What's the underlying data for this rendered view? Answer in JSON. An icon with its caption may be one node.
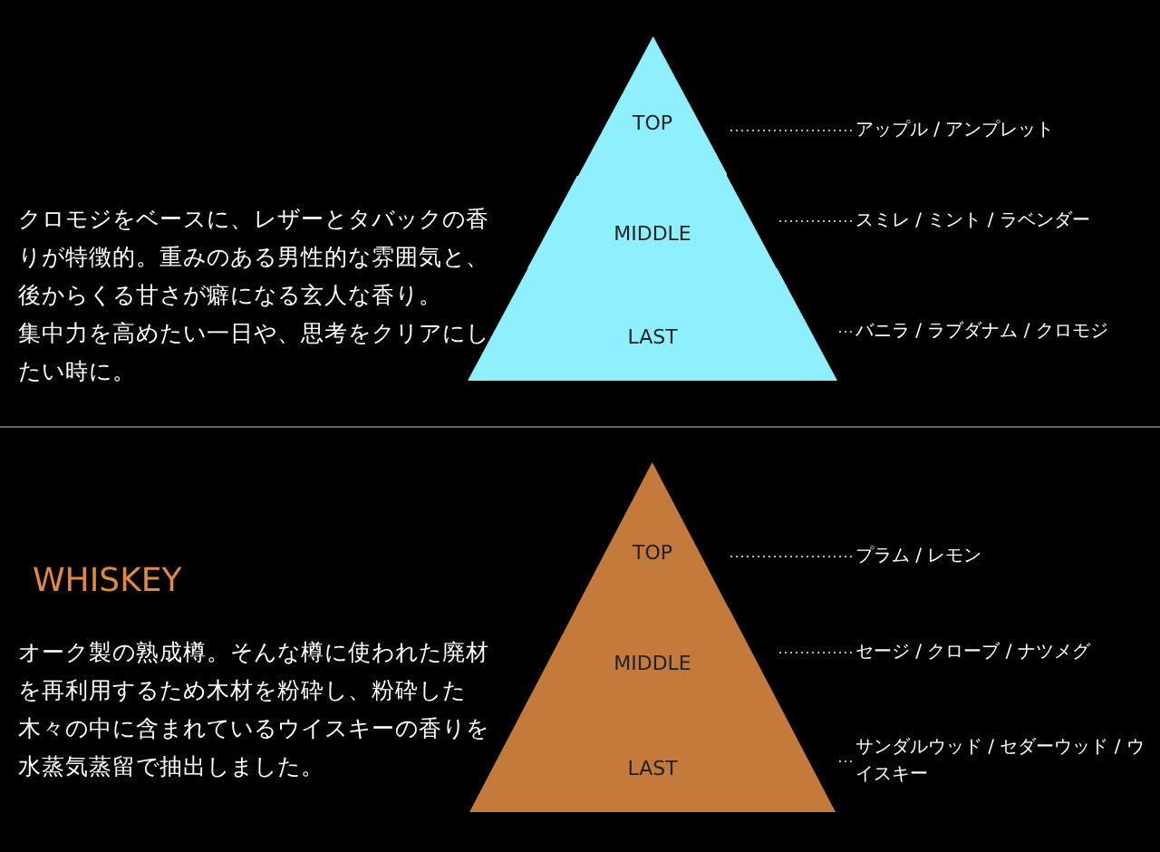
{
  "diagram": {
    "nodes": [
      {
        "text": [
          "TOP"
        ]
      },
      {
        "text": [
          "MIDDLE"
        ]
      },
      {
        "text": [
          "LAST"
        ]
      },
      {
        "text": [
          "アップル / アンプレット"
        ]
      },
      {
        "text": [
          "スミレ / ミント / ラベンダー"
        ]
      },
      {
        "text": [
          "バニラ / ラブダナム / クロモジ"
        ]
      },
      {
        "text": [
          "TOP"
        ]
      },
      {
        "text": [
          "MIDDLE"
        ]
      },
      {
        "text": [
          "LAST"
        ]
      },
      {
        "text": [
          "プラム / レモン"
        ]
      },
      {
        "text": [
          "セージ / クローブ / ナツメグ"
        ]
      },
      {
        "text": [
          "サンダルウッド / セダーウッド / ウイスキー"
        ]
      }
    ],
    "edges": [
      {
        "from": 3,
        "to": 0,
        "arrow": "none",
        "style": "dashed"
      },
      {
        "from": 4,
        "to": 1,
        "arrow": "none",
        "style": "dashed"
      },
      {
        "from": 5,
        "to": 2,
        "arrow": "none",
        "style": "dashed"
      },
      {
        "from": 9,
        "to": 6,
        "arrow": "none",
        "style": "dashed"
      },
      {
        "from": 10,
        "to": 7,
        "arrow": "none",
        "style": "dashed"
      },
      {
        "from": 11,
        "to": 8,
        "arrow": "none",
        "style": "dashed"
      }
    ],
    "labels": [
      "クロモジをベースに、レザーとタバックの香りが特徴的。重みのある男性的な雰囲気と、後からくる甘さが癖になる玄人な香り。",
      "集中力を高めたい一日や、思考をクリアにしたい時に。",
      "WHISKEY",
      "オーク製の熟成樽。そんな樽に使われた廃材を再利用するため木材を粉砕し、粉砕した木々の中に含まれているウイスキーの香りを水蒸気蒸留で抽出しました。"
    ]
  }
}
